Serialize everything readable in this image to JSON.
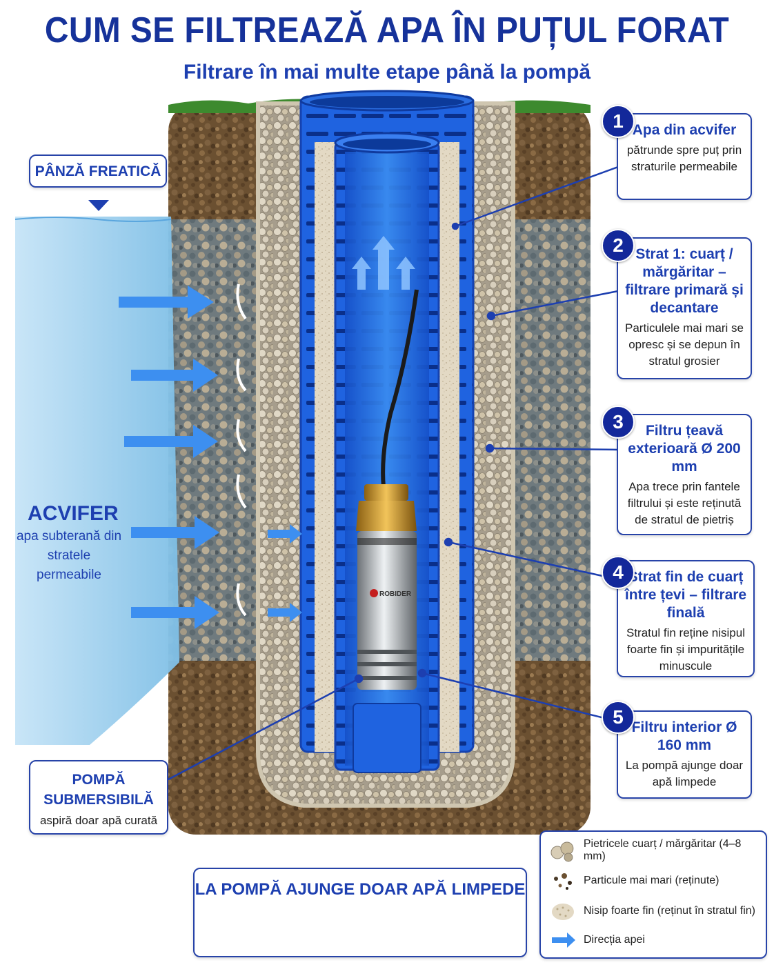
{
  "title": "CUM SE FILTREAZĂ APA ÎN PUȚUL FORAT",
  "subtitle": "Filtrare în mai multe etape până la pompă",
  "left_labels": {
    "panza": "PÂNZĂ FREATICĂ",
    "acvifer_title": "ACVIFER",
    "acvifer_desc": "apa subterană din stratele permeabile"
  },
  "steps": [
    {
      "num": "1",
      "title": "Apa din acvifer",
      "desc": "pătrunde spre puț prin straturile permeabile"
    },
    {
      "num": "2",
      "title": "Strat 1: cuarț / mărgăritar – filtrare primară și decantare",
      "desc": "Particulele mai mari se opresc și se depun în stratul grosier"
    },
    {
      "num": "3",
      "title": "Filtru țeavă exterioară Ø 200 mm",
      "desc": "Apa trece prin fantele filtrului și este reținută de stratul de pietriș"
    },
    {
      "num": "4",
      "title": "Strat fin de cuarț între țevi – filtrare finală",
      "desc": "Stratul fin reține nisipul foarte fin și impuritățile minuscule"
    },
    {
      "num": "5",
      "title": "Filtru interior Ø 160 mm",
      "desc": "La pompă ajunge doar apă limpede"
    }
  ],
  "pump": {
    "title": "POMPĂ SUBMERSIBILĂ",
    "desc": "aspiră doar apă curată",
    "brand": "ROBIDER"
  },
  "bottom_message": "LA POMPĂ AJUNGE DOAR APĂ LIMPEDE",
  "legend": [
    {
      "icon": "pebbles-icon",
      "label": "Pietricele cuarț / mărgăritar (4–8 mm)"
    },
    {
      "icon": "particles-icon",
      "label": "Particule mai mari (reținute)"
    },
    {
      "icon": "sand-icon",
      "label": "Nisip foarte fin (reținut în stratul fin)"
    },
    {
      "icon": "arrow-icon",
      "label": "Direcția apei"
    }
  ],
  "colors": {
    "accent": "#1d3fb0",
    "pipe": "#1f63e0",
    "water": "#7ec4ec",
    "soil": "#6e5434",
    "gravel": "#cfc6b4",
    "sand": "#e6dcc8"
  }
}
